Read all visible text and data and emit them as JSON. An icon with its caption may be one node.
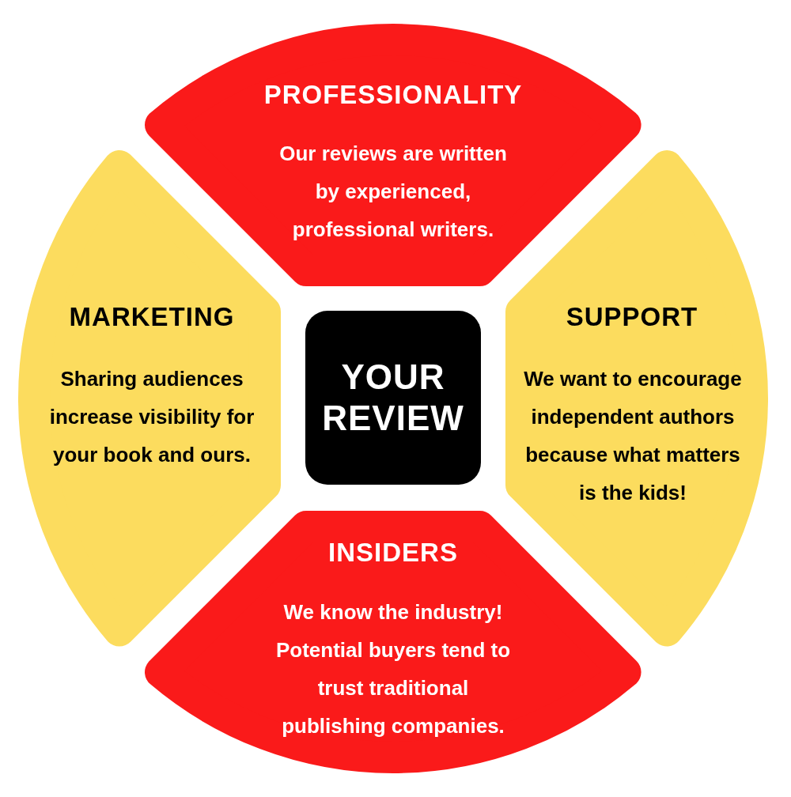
{
  "diagram": {
    "nodes": [
      {
        "text": [
          "PROFESSIONALITY",
          "Our reviews are written by experienced, professional writers."
        ]
      },
      {
        "text": [
          "MARKETING",
          "Sharing audiences increase visibility for your book and ours."
        ]
      },
      {
        "text": [
          "YOUR REVIEW"
        ]
      },
      {
        "text": [
          "SUPPORT",
          "We want to encourage independent authors because what matters is the kids!"
        ]
      },
      {
        "text": [
          "INSIDERS",
          "We know the industry! Potential buyers tend to trust traditional publishing companies."
        ]
      }
    ]
  }
}
